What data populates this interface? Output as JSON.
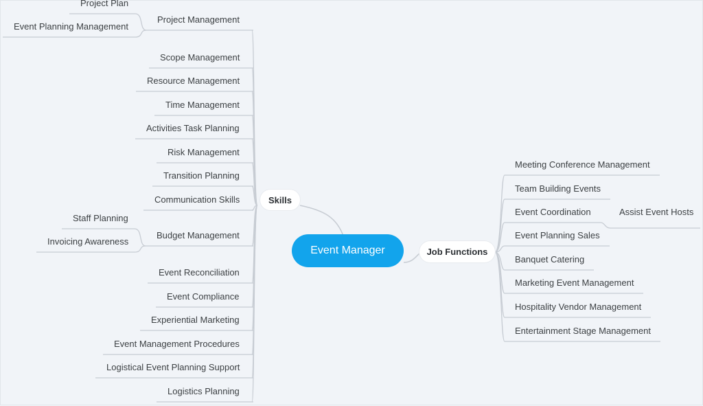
{
  "colors": {
    "background": "#f1f4f8",
    "root_fill": "#12a4ec",
    "root_text": "#ffffff",
    "line": "#c7ccd3",
    "text": "#3c4043"
  },
  "root": {
    "label": "Event Manager"
  },
  "skills": {
    "label": "Skills",
    "items": [
      {
        "label": "Project Management",
        "children": [
          "Project Plan",
          "Event Planning Management"
        ]
      },
      {
        "label": "Scope Management"
      },
      {
        "label": "Resource Management"
      },
      {
        "label": "Time Management"
      },
      {
        "label": "Activities Task Planning"
      },
      {
        "label": "Risk Management"
      },
      {
        "label": "Transition Planning"
      },
      {
        "label": "Communication Skills"
      },
      {
        "label": "Budget Management",
        "children": [
          "Staff Planning",
          "Invoicing Awareness"
        ]
      },
      {
        "label": "Event Reconciliation"
      },
      {
        "label": "Event Compliance"
      },
      {
        "label": "Experiential Marketing"
      },
      {
        "label": "Event Management Procedures"
      },
      {
        "label": "Logistical Event Planning Support"
      },
      {
        "label": "Logistics Planning"
      }
    ]
  },
  "job_functions": {
    "label": "Job Functions",
    "items": [
      {
        "label": "Meeting Conference Management"
      },
      {
        "label": "Team Building Events"
      },
      {
        "label": "Event Coordination",
        "children": [
          "Assist Event Hosts"
        ]
      },
      {
        "label": "Event Planning Sales"
      },
      {
        "label": "Banquet Catering"
      },
      {
        "label": "Marketing Event Management"
      },
      {
        "label": "Hospitality Vendor Management"
      },
      {
        "label": "Entertainment Stage Management"
      }
    ]
  }
}
